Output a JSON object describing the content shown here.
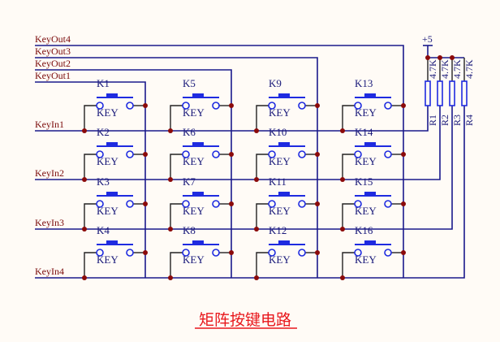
{
  "title": "矩阵按键电路",
  "colors": {
    "background": "#FFFBF6",
    "wire": "#1A1A8C",
    "switch": "#1E2BE0",
    "net_label": "#7A0A0A",
    "junction": "#8B0A0A",
    "title": "#E8161B"
  },
  "outputs": [
    "KeyOut4",
    "KeyOut3",
    "KeyOut2",
    "KeyOut1"
  ],
  "inputs": [
    "KeyIn1",
    "KeyIn2",
    "KeyIn3",
    "KeyIn4"
  ],
  "power": {
    "label": "+5"
  },
  "resistors": [
    {
      "ref": "R1",
      "value": "4.7K",
      "net": "KeyIn1"
    },
    {
      "ref": "R2",
      "value": "4.7K",
      "net": "KeyIn2"
    },
    {
      "ref": "R3",
      "value": "4.7K",
      "net": "KeyIn3"
    },
    {
      "ref": "R4",
      "value": "4.7K",
      "net": "KeyIn4"
    }
  ],
  "switch_type": "KEY",
  "switches": [
    [
      "K1",
      "K5",
      "K9",
      "K13"
    ],
    [
      "K2",
      "K6",
      "K10",
      "K14"
    ],
    [
      "K3",
      "K7",
      "K11",
      "K15"
    ],
    [
      "K4",
      "K8",
      "K12",
      "K16"
    ]
  ],
  "column_outputs": [
    "KeyOut1",
    "KeyOut2",
    "KeyOut3",
    "KeyOut4"
  ]
}
